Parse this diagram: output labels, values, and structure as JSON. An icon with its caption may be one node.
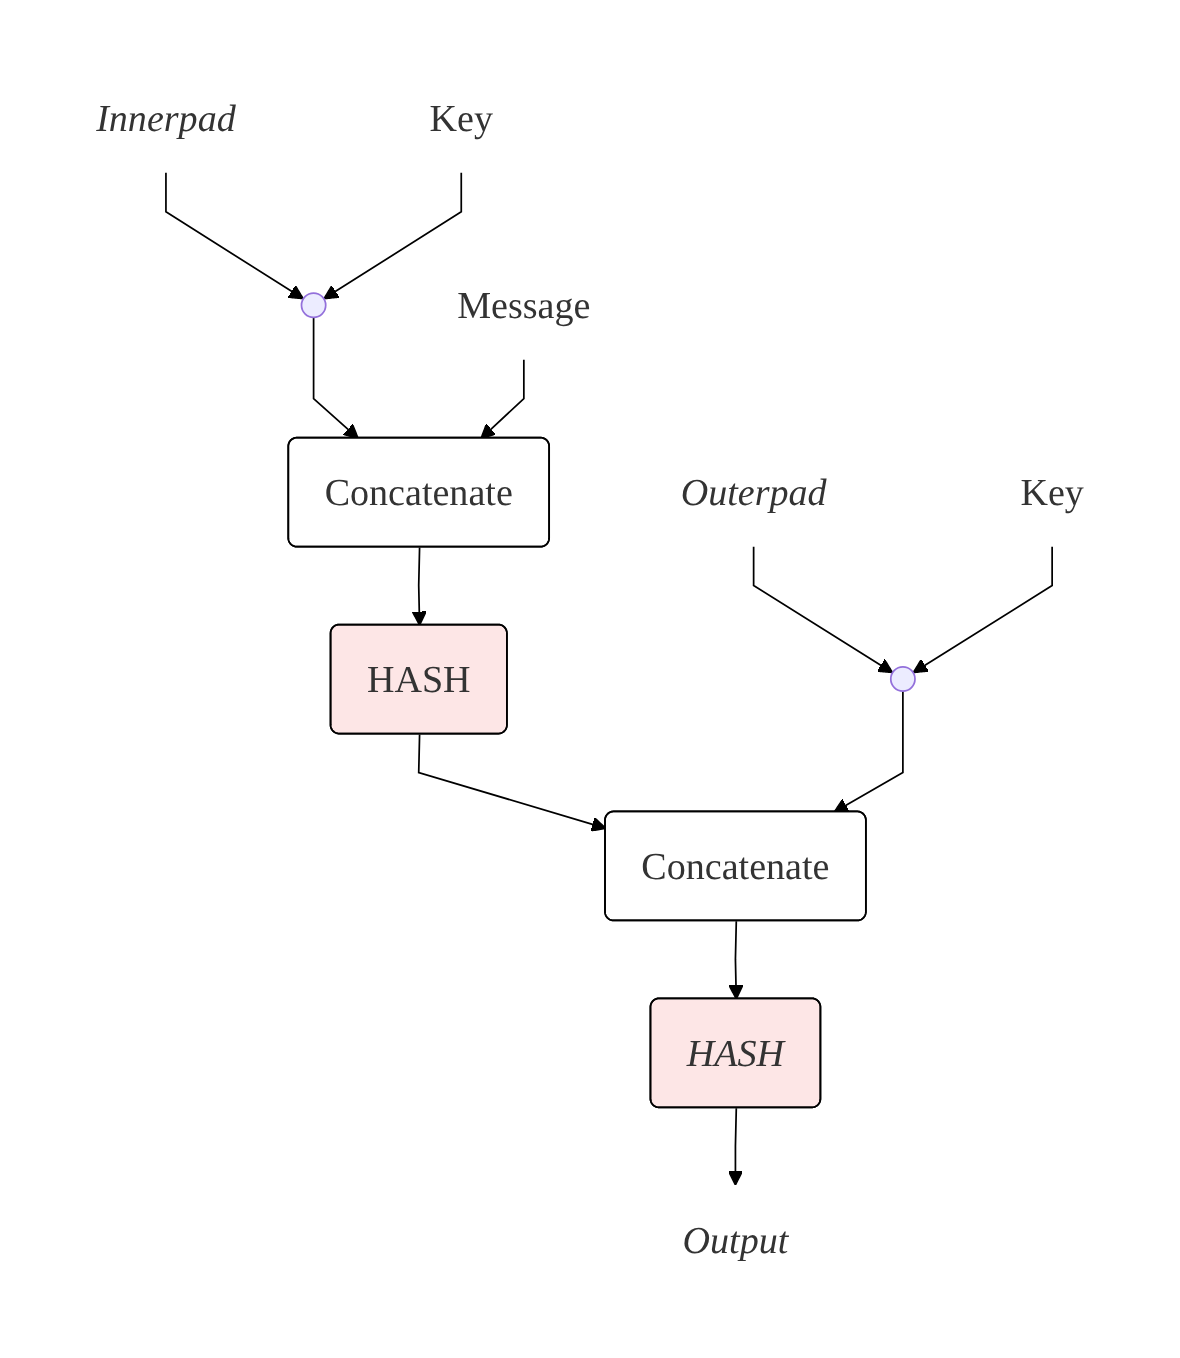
{
  "diagram": {
    "nodes": [
      {
        "text": [
          "Innerpad"
        ]
      },
      {
        "text": [
          "Key"
        ]
      },
      {
        "text": [],
        "shape": "circle"
      },
      {
        "text": [
          "Concatenate"
        ]
      },
      {
        "text": [
          "Message"
        ]
      },
      {
        "text": [
          "HASH"
        ]
      },
      {
        "text": [
          "Outerpad"
        ]
      },
      {
        "text": [
          "Key"
        ]
      },
      {
        "text": [],
        "shape": "circle"
      },
      {
        "text": [
          "Concatenate"
        ]
      },
      {
        "text": [
          "HASH"
        ]
      },
      {
        "text": [
          "Output"
        ]
      }
    ],
    "edges": [
      {
        "from": 0,
        "to": 2,
        "arrow": "to"
      },
      {
        "from": 1,
        "to": 2,
        "arrow": "to"
      },
      {
        "from": 2,
        "to": 3,
        "arrow": "to"
      },
      {
        "from": 4,
        "to": 3,
        "arrow": "to"
      },
      {
        "from": 3,
        "to": 5,
        "arrow": "to"
      },
      {
        "from": 5,
        "to": 9,
        "arrow": "to"
      },
      {
        "from": 6,
        "to": 8,
        "arrow": "to"
      },
      {
        "from": 7,
        "to": 8,
        "arrow": "to"
      },
      {
        "from": 8,
        "to": 9,
        "arrow": "to"
      },
      {
        "from": 9,
        "to": 10,
        "arrow": "to"
      },
      {
        "from": 10,
        "to": 11,
        "arrow": "to"
      }
    ]
  }
}
